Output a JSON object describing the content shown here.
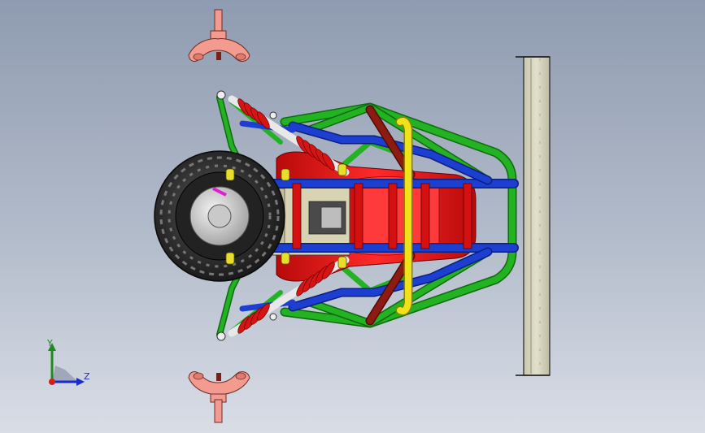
{
  "viewport": {
    "background_top": "#8f9bb0",
    "background_bottom": "#d9dde6"
  },
  "model": {
    "parts": [
      "top-wheel-hub",
      "bottom-wheel-hub",
      "rear-tire",
      "roll-cage",
      "seat",
      "front-bumper-plate",
      "upper-shock-absorber",
      "lower-shock-absorber"
    ],
    "colors": {
      "green_frame": "#22b222",
      "blue_frame": "#1d3fd1",
      "red_body": "#e01010",
      "dark_red_brace": "#8e1b12",
      "yellow_brace": "#f0e21a",
      "hub_pink": "#f29b8e",
      "tire": "#2a2a2a",
      "bumper_plate": "#d6d4bd"
    }
  },
  "triad": {
    "y_label": "Y",
    "z_label": "Z",
    "y_color": "#1f8a1f",
    "z_color": "#1a2cc7",
    "origin_color": "#d61c1c"
  }
}
